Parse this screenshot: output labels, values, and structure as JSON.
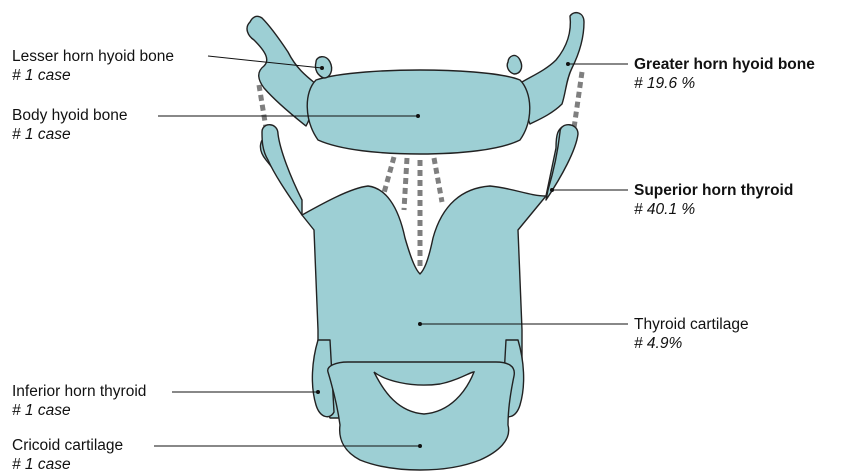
{
  "labels": {
    "lesser_horn_hyoid": {
      "name": "Lesser horn hyoid bone",
      "stat": "# 1 case"
    },
    "body_hyoid": {
      "name": "Body hyoid bone",
      "stat": "# 1 case"
    },
    "inferior_horn_thyroid": {
      "name": "Inferior horn thyroid",
      "stat": "# 1 case"
    },
    "cricoid_cartilage": {
      "name": "Cricoid cartilage",
      "stat": "# 1 case"
    },
    "greater_horn_hyoid": {
      "name": "Greater horn hyoid bone",
      "stat": "# 19.6 %"
    },
    "superior_horn_thyroid": {
      "name": "Superior horn thyroid",
      "stat": "# 40.1 %"
    },
    "thyroid_cartilage": {
      "name": "Thyroid cartilage",
      "stat": "# 4.9%"
    }
  },
  "colors": {
    "structure_fill": "#9dcfd4",
    "ligament": "#7f7f7f"
  }
}
